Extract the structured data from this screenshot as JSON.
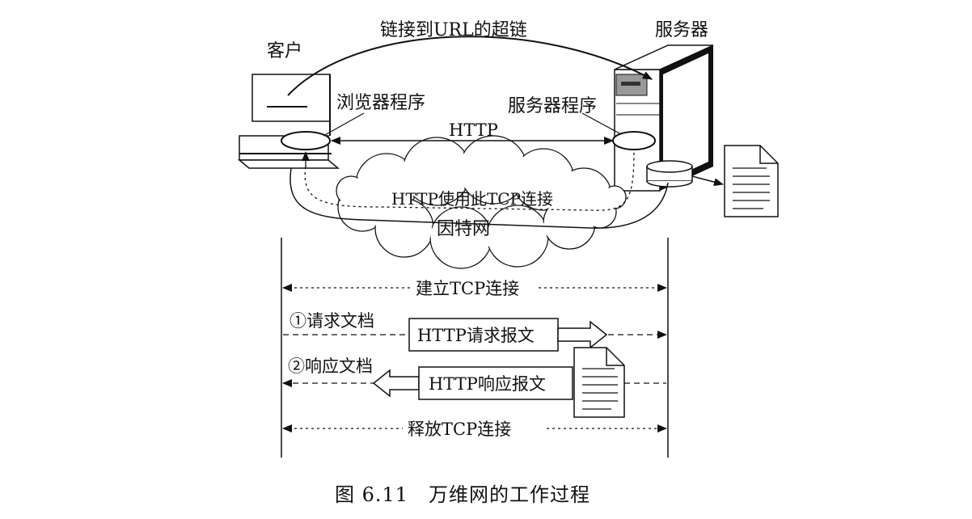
{
  "labels": {
    "client": "客户",
    "server": "服务器",
    "hyperlink": "链接到URL的超链",
    "browser_program": "浏览器程序",
    "server_program": "服务器程序",
    "http": "HTTP",
    "tcp_usage": "HTTP使用此TCP连接",
    "internet": "因特网",
    "establish_tcp": "建立TCP连接",
    "request_document": "①请求文档",
    "request_message": "HTTP请求报文",
    "response_document": "②响应文档",
    "response_message": "HTTP响应报文",
    "release_tcp": "释放TCP连接"
  },
  "caption": {
    "number": "图 6.11",
    "title": "万维网的工作过程"
  },
  "colors": {
    "stroke": "#111111",
    "screen_gray": "#999999",
    "screen_dark": "#333333",
    "box_fill": "#ffffff"
  }
}
